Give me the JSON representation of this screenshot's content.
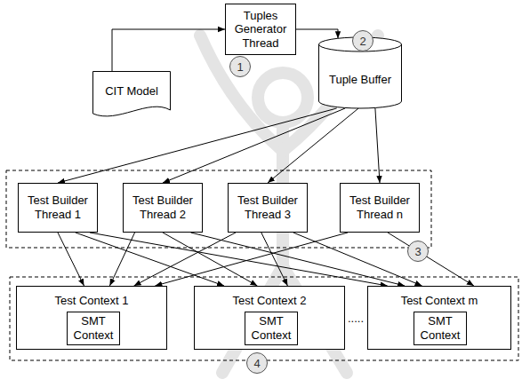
{
  "diagram": {
    "nodes": [
      {
        "text": [
          "CIT Model"
        ]
      },
      {
        "text": [
          "Tuples Generator Thread"
        ]
      },
      {
        "text": [
          "Tuple Buffer"
        ]
      },
      {
        "text": [
          "Test Builder Thread 1"
        ]
      },
      {
        "text": [
          "Test Builder Thread 2"
        ]
      },
      {
        "text": [
          "Test Builder Thread 3"
        ]
      },
      {
        "text": [
          "Test Builder Thread n"
        ]
      },
      {
        "text": [
          "Test Context 1"
        ]
      },
      {
        "text": [
          "SMT Context"
        ],
        "in": 7
      },
      {
        "text": [
          "Test Context 2"
        ]
      },
      {
        "text": [
          "SMT Context"
        ],
        "in": 9
      },
      {
        "text": [
          "Test Context m"
        ]
      },
      {
        "text": [
          "SMT Context"
        ],
        "in": 11
      }
    ],
    "edges": [
      {
        "from": 0,
        "to": 1,
        "arrow": "to"
      },
      {
        "from": 1,
        "to": 2,
        "arrow": "to"
      },
      {
        "from": 2,
        "to": 3,
        "arrow": "to"
      },
      {
        "from": 2,
        "to": 4,
        "arrow": "to"
      },
      {
        "from": 2,
        "to": 5,
        "arrow": "to"
      },
      {
        "from": 2,
        "to": 6,
        "arrow": "to"
      },
      {
        "from": 3,
        "to": 7,
        "arrow": "to"
      },
      {
        "from": 3,
        "to": 9,
        "arrow": "to"
      },
      {
        "from": 3,
        "to": 11,
        "arrow": "to"
      },
      {
        "from": 4,
        "to": 7,
        "arrow": "to"
      },
      {
        "from": 4,
        "to": 9,
        "arrow": "to"
      },
      {
        "from": 4,
        "to": 11,
        "arrow": "to"
      },
      {
        "from": 5,
        "to": 7,
        "arrow": "to"
      },
      {
        "from": 5,
        "to": 9,
        "arrow": "to"
      },
      {
        "from": 5,
        "to": 11,
        "arrow": "to"
      },
      {
        "from": 6,
        "to": 7,
        "arrow": "to"
      },
      {
        "from": 6,
        "to": 11,
        "arrow": "to"
      }
    ],
    "labels": [
      "1",
      "2",
      "3",
      "4",
      "....."
    ]
  }
}
